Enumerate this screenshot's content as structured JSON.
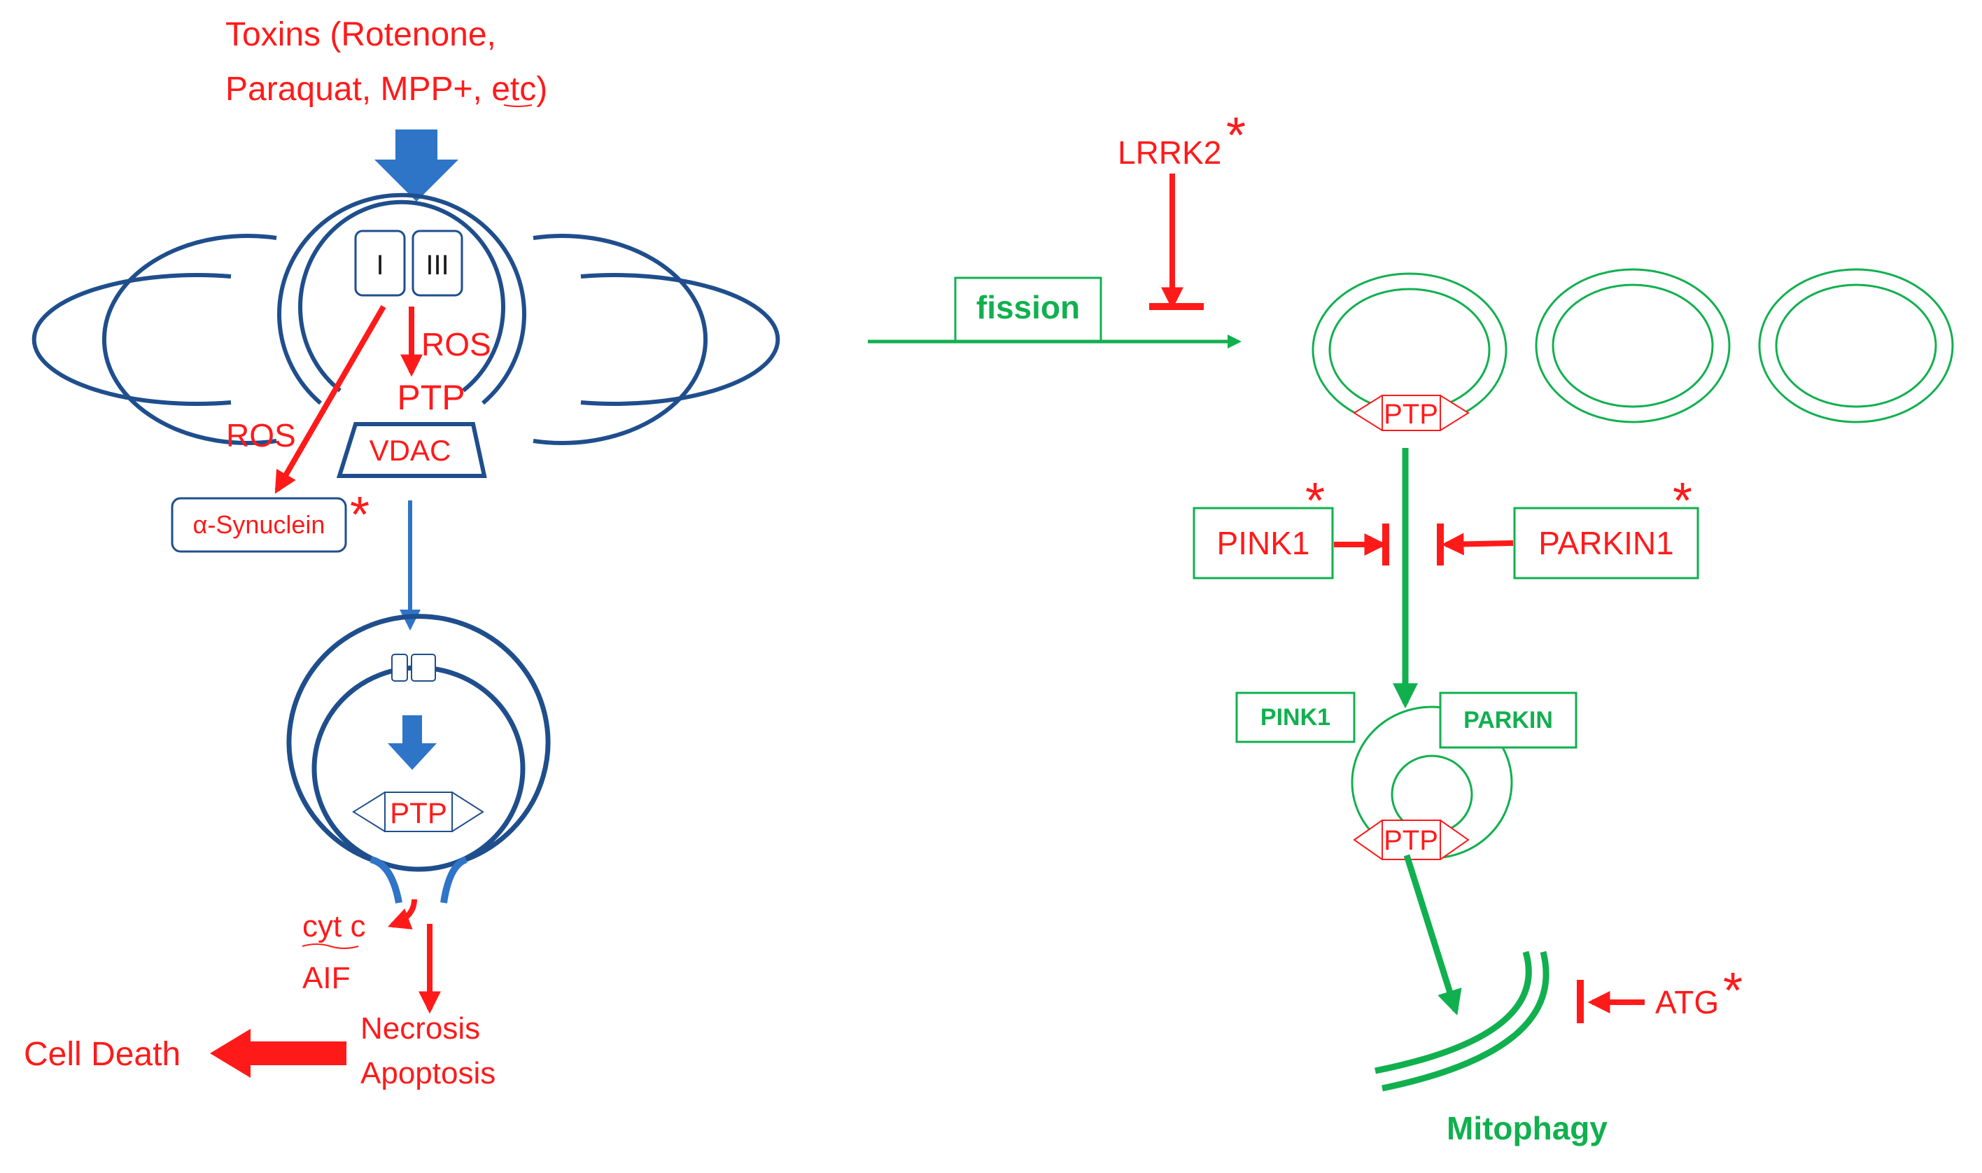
{
  "toxins": {
    "line1": "Toxins (Rotenone,",
    "line2": "Paraquat, MPP+, etc)"
  },
  "complex": {
    "one": "I",
    "three": "III"
  },
  "ros_upper": "ROS",
  "ros_lower": "ROS",
  "ptp": "PTP",
  "vdac": "VDAC",
  "alpha_synuclein": "α-Synuclein",
  "asterisk": "*",
  "cyt_c": "cyt c",
  "aif": "AIF",
  "necrosis": "Necrosis",
  "apoptosis": "Apoptosis",
  "cell_death": "Cell Death",
  "lrrk2": "LRRK2",
  "fission": "fission",
  "pink1_box": "PINK1",
  "parkin1_box": "PARKIN1",
  "pink1_small": "PINK1",
  "parkin_small": "PARKIN",
  "atg": "ATG",
  "mitophagy": "Mitophagy",
  "colors": {
    "red": "#ff1a1a",
    "navy": "#1f4e8c",
    "blue": "#2e75c8",
    "green": "#11b04f"
  }
}
